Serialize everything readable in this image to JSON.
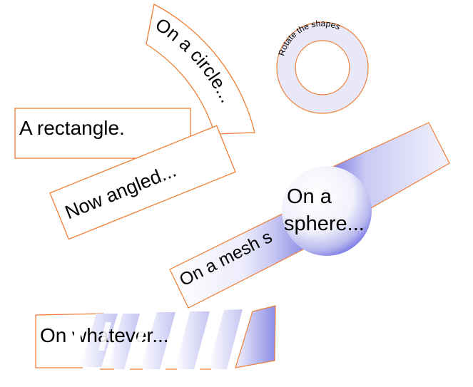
{
  "shapes": {
    "circle_arc": {
      "label": "On a circle..."
    },
    "ring": {
      "label": "Rotate the shapes"
    },
    "rectangle": {
      "label": "A rectangle."
    },
    "angled": {
      "label": "Now angled..."
    },
    "mesh": {
      "label": "On a mesh s"
    },
    "sphere": {
      "line1": "On a",
      "line2": "sphere..."
    },
    "whatever": {
      "label": "On whatever..."
    }
  },
  "colors": {
    "outline": "#f07f36",
    "shade": "#6a6ae6",
    "panel": "#ffffff"
  }
}
